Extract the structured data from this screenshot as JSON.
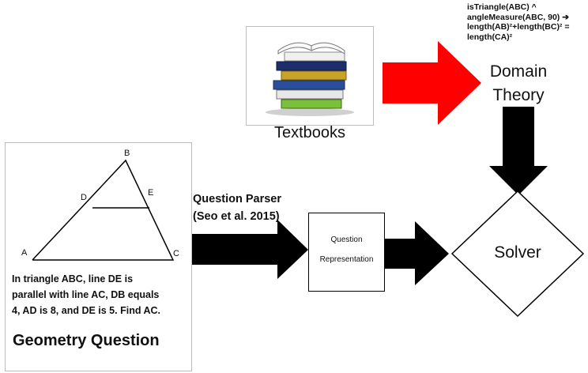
{
  "textbooks": {
    "label": "Textbooks",
    "icon": "stack-of-books-icon"
  },
  "domain_theory": {
    "label_line1": "Domain",
    "label_line2": "Theory",
    "formula_line1": "isTriangle(ABC) ^",
    "formula_line2": "angleMeasure(ABC, 90) ➔",
    "formula_line3": "length(AB)²+length(BC)² =",
    "formula_line4": "length(CA)²"
  },
  "question": {
    "points": {
      "A": "A",
      "B": "B",
      "C": "C",
      "D": "D",
      "E": "E"
    },
    "text_line1": "In triangle ABC, line DE is",
    "text_line2": "parallel with line AC, DB equals",
    "text_line3": "4, AD is 8, and DE is 5. Find AC.",
    "title": "Geometry Question"
  },
  "parser": {
    "line1": "Question Parser",
    "line2": "(Seo et al. 2015)"
  },
  "representation": {
    "line1": "Question",
    "line2": "Representation"
  },
  "solver": {
    "label": "Solver"
  },
  "colors": {
    "red_arrow": "#ff0000",
    "black_arrow": "#000000",
    "box_border": "#bdbdbd"
  }
}
